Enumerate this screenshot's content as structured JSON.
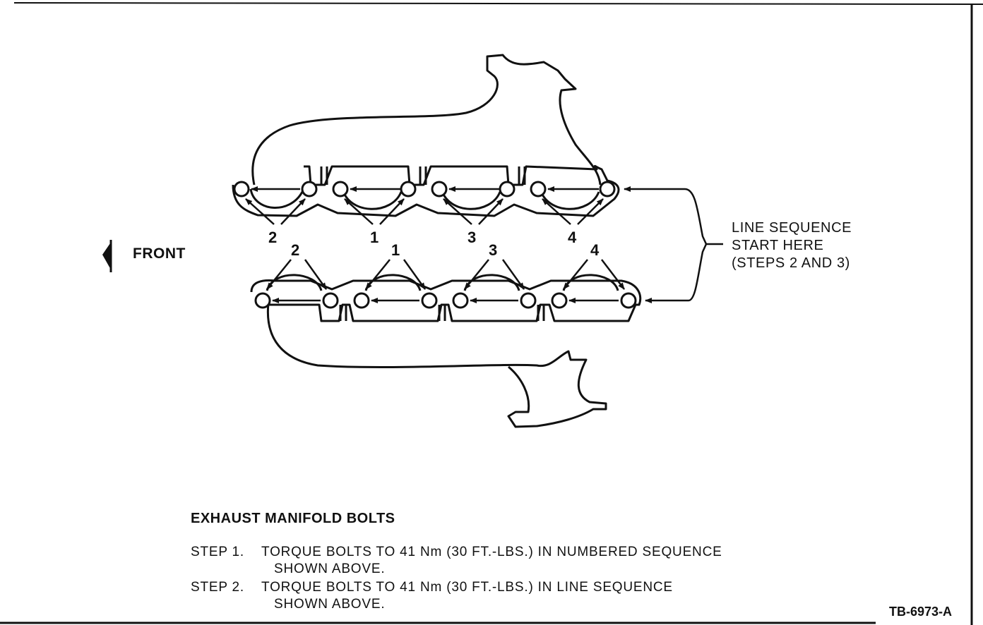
{
  "labels": {
    "front": "FRONT",
    "line_sequence": [
      "LINE SEQUENCE",
      "START HERE",
      "(STEPS 2 AND 3)"
    ],
    "title": "EXHAUST MANIFOLD BOLTS",
    "figure_code": "TB-6973-A"
  },
  "sequence_numbers": {
    "upper": [
      "2",
      "1",
      "3",
      "4"
    ],
    "lower": [
      "2",
      "1",
      "3",
      "4"
    ]
  },
  "steps": [
    {
      "label": "STEP 1.",
      "text": "TORQUE BOLTS TO 41 Nm (30 FT.-LBS.) IN NUMBERED SEQUENCE",
      "cont": "SHOWN ABOVE."
    },
    {
      "label": "STEP 2.",
      "text": "TORQUE BOLTS TO 41 Nm (30 FT.-LBS.) IN LINE SEQUENCE",
      "cont": "SHOWN ABOVE."
    }
  ]
}
